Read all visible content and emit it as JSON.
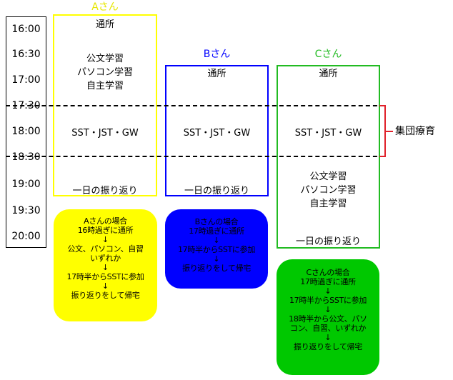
{
  "times": [
    "16:00",
    "16:30",
    "17:00",
    "17:30",
    "18:00",
    "18:30",
    "19:00",
    "19:30",
    "20:00"
  ],
  "columns": {
    "a": {
      "header": "Aさん",
      "color": "#ffff00",
      "cells": [
        "通所",
        "公文学習",
        "パソコン学習",
        "自主学習",
        "SST・JST・GW",
        "一日の振り返り"
      ],
      "note": {
        "title": "Aさんの場合",
        "lines": [
          "16時過ぎに通所",
          "公文、パソコン、自習",
          "いずれか",
          "17時半からSSTに参加",
          "振り返りをして帰宅"
        ]
      }
    },
    "b": {
      "header": "Bさん",
      "color": "#0000ff",
      "cells": [
        "通所",
        "SST・JST・GW",
        "一日の振り返り"
      ],
      "note": {
        "title": "Bさんの場合",
        "lines": [
          "17時過ぎに通所",
          "17時半からSSTに参加",
          "振り返りをして帰宅"
        ]
      }
    },
    "c": {
      "header": "Cさん",
      "color": "#22bb22",
      "cells": [
        "通所",
        "SST・JST・GW",
        "公文学習",
        "パソコン学習",
        "自主学習",
        "一日の振り返り"
      ],
      "note": {
        "title": "Cさんの場合",
        "lines": [
          "17時過ぎに通所",
          "17時半からSSTに参加",
          "18時半から公文、パソ",
          "コン、自習、いずれか",
          "振り返りをして帰宅"
        ]
      }
    }
  },
  "arrow_glyph": "↓",
  "bracket_label": "集団療育",
  "colors": {
    "bracket": "#e0202a",
    "green_note": "#00c800",
    "line": "#000000"
  }
}
